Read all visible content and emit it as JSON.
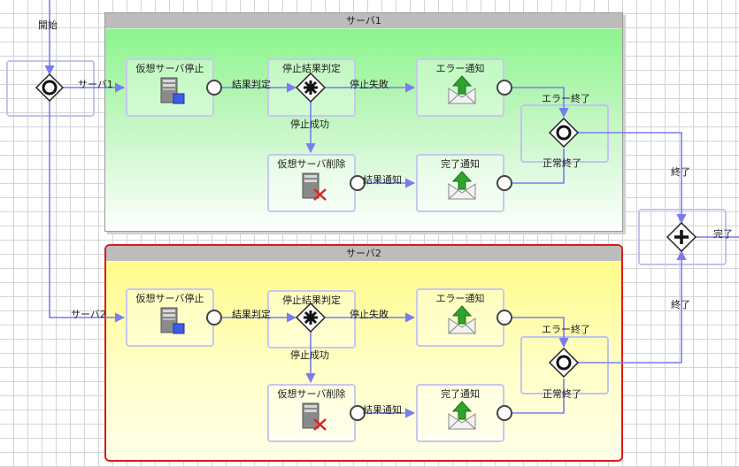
{
  "start_label": "開始",
  "lanes": [
    {
      "title": "サーバ1",
      "entry_label": "サーバ1"
    },
    {
      "title": "サーバ2",
      "entry_label": "サーバ2"
    }
  ],
  "nodes": {
    "vm_stop": "仮想サーバ停止",
    "stop_judge": "停止結果判定",
    "error_notify": "エラー通知",
    "vm_delete": "仮想サーバ削除",
    "complete_notify": "完了通知"
  },
  "edges": {
    "result_judge": "結果判定",
    "stop_failed": "停止失敗",
    "stop_success": "停止成功",
    "result_notify": "結果通知",
    "error_end": "エラー終了",
    "normal_end": "正常終了",
    "end": "終了",
    "complete": "完了"
  },
  "colors": {
    "line": "#7b7bf0",
    "node_border": "#c6c9ef",
    "lane2_border": "#e01818"
  }
}
